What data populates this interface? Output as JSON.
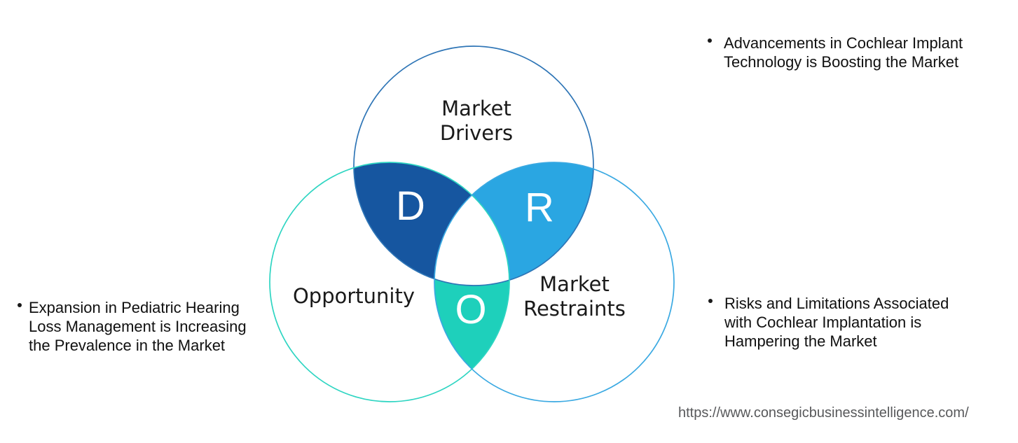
{
  "venn": {
    "circles": {
      "drivers": {
        "label_line1": "Market",
        "label_line2": "Drivers",
        "stroke": "#2e75b6"
      },
      "opportunity": {
        "label": "Opportunity",
        "stroke": "#2ed5c2"
      },
      "restraints": {
        "label_line1": "Market",
        "label_line2": "Restraints",
        "stroke": "#3aa9e2"
      }
    },
    "regions": {
      "drivers": {
        "letter": "D",
        "fill": "#1656a0"
      },
      "restraints": {
        "letter": "R",
        "fill": "#2aa6e2"
      },
      "opportunity": {
        "letter": "O",
        "fill": "#1ed0bb"
      }
    }
  },
  "annotations": {
    "drivers": {
      "lines": [
        "Advancements in Cochlear Implant",
        "Technology is Boosting the Market"
      ]
    },
    "opportunity": {
      "lines": [
        "Expansion in Pediatric Hearing",
        "Loss Management is Increasing",
        "the Prevalence in the Market"
      ]
    },
    "restraints": {
      "lines": [
        "Risks and Limitations Associated",
        "with Cochlear Implantation is",
        "Hampering the Market"
      ]
    }
  },
  "footer": {
    "url": "https://www.consegicbusinessintelligence.com/"
  }
}
